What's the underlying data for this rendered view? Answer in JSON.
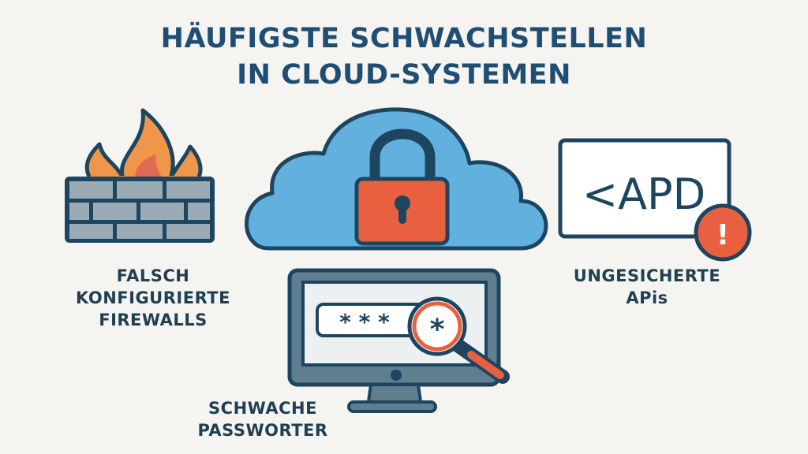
{
  "title": {
    "line1": "HÄUFIGSTE SCHWACHSTELLEN",
    "line2": "IN CLOUD-SYSTEMEN"
  },
  "items": [
    {
      "id": "firewall",
      "icon": "firewall-icon",
      "label_lines": [
        "FALSCH",
        "KONFIGURIERTE",
        "FIREWALLS"
      ]
    },
    {
      "id": "cloud",
      "icon": "cloud-lock-icon"
    },
    {
      "id": "passwords",
      "icon": "monitor-password-icon",
      "label_lines": [
        "SCHWACHE",
        "PASSWORTER"
      ],
      "password_mask": "* * *"
    },
    {
      "id": "api",
      "icon": "api-warning-icon",
      "label_lines": [
        "UNGESICHERTE",
        "APis"
      ],
      "api_text": "<APD",
      "alert_symbol": "!"
    }
  ],
  "colors": {
    "background": "#f6f4f1",
    "title": "#1f4e74",
    "outline": "#1d4560",
    "cloud": "#62b0de",
    "accent_red": "#e8603f",
    "flame": "#f0964a",
    "brick": "#9aabb5",
    "monitor": "#5f7f90"
  }
}
